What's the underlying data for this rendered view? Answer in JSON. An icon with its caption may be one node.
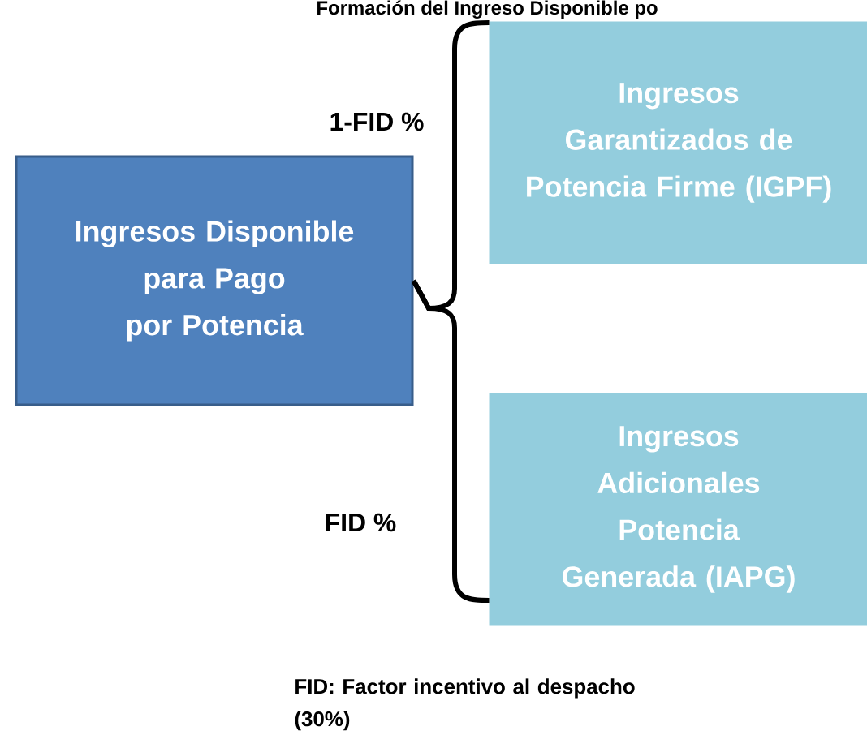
{
  "diagram": {
    "title": "Formación del Ingreso Disponible po",
    "nodes": [
      {
        "text": [
          "Ingresos Disponible para Pago por Potencia"
        ]
      },
      {
        "text": [
          "Ingresos Garantizados de Potencia Firme (IGPF)"
        ]
      },
      {
        "text": [
          "Ingresos Adicionales Potencia Generada (IAPG)"
        ]
      }
    ],
    "edges": [
      {
        "from": 0,
        "to": 1,
        "arrow": "none",
        "label": "1-FID %"
      },
      {
        "from": 0,
        "to": 2,
        "arrow": "none",
        "label": "FID %"
      }
    ],
    "labels": [
      "FID: Factor incentivo al despacho (30%)"
    ]
  }
}
